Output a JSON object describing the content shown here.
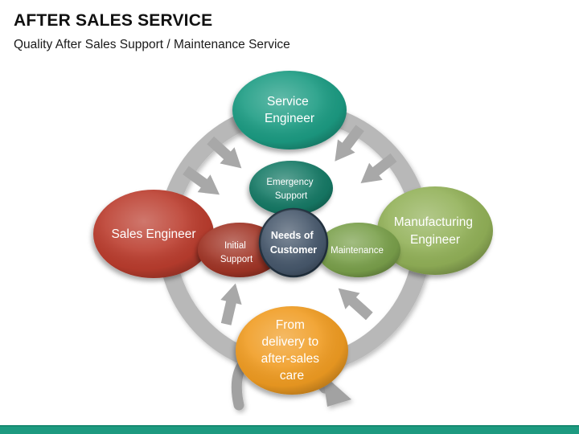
{
  "slide": {
    "title": "AFTER SALES SERVICE",
    "subtitle": "Quality After Sales Support / Maintenance Service"
  },
  "palette": {
    "ring_gray": "#b8b8b8",
    "arrow_gray": "#a8a8a8",
    "swoosh_gray": "#a2a2a2",
    "footer_bar": "#1d9a80",
    "footer_bar_edge": "#0f8169"
  },
  "diagram": {
    "nodes": {
      "service_engineer": {
        "lines": [
          "Service",
          "Engineer"
        ],
        "color": "#1f9c83"
      },
      "sales_engineer": {
        "lines": [
          "Sales Engineer"
        ],
        "color": "#bb3c2d"
      },
      "manufacturing_engineer": {
        "lines": [
          "Manufacturing",
          "Engineer"
        ],
        "color": "#92b158"
      },
      "delivery_to_care": {
        "lines": [
          "From",
          "delivery to",
          "after-sales",
          "care"
        ],
        "color": "#f09c21"
      },
      "emergency_support": {
        "lines": [
          "Emergency",
          "Support"
        ],
        "color": "#157a66"
      },
      "initial_support": {
        "lines": [
          "Initial",
          "Support"
        ],
        "color": "#a13427"
      },
      "maintenance": {
        "lines": [
          "Maintenance"
        ],
        "color": "#7aa04b"
      },
      "needs_of_customer": {
        "lines": [
          "Needs of",
          "Customer"
        ],
        "color": "#46586c",
        "border_color": "#243140"
      }
    }
  }
}
